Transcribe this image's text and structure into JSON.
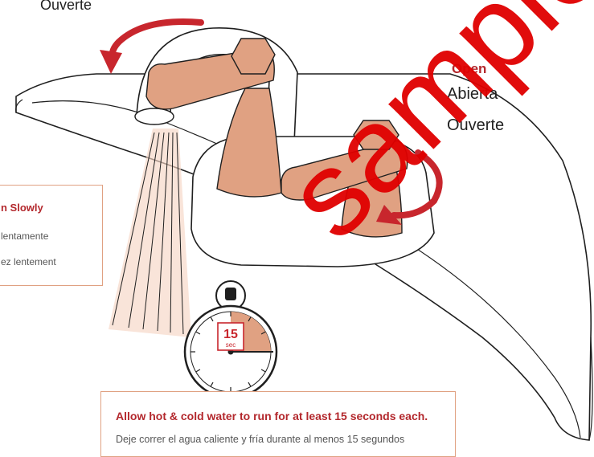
{
  "colors": {
    "accent_red": "#c8262d",
    "copper": "#e0a182",
    "copper_dark": "#c98566",
    "line": "#1f1f1f",
    "callout_border": "#e0a182",
    "heading_red": "#b3282d",
    "watermark_red": "#e00000"
  },
  "top_left_label": "Ouverte",
  "open_callout": {
    "title": "Open",
    "spanish": "Abierta",
    "french": "Ouverte"
  },
  "slow_callout": {
    "title": "n Slowly",
    "spanish": "lentamente",
    "french": "ez lentement"
  },
  "timer": {
    "value": "15",
    "unit": "sec",
    "elapsed_fraction": 0.25
  },
  "bottom_callout": {
    "instruction": "Allow hot & cold water to run for at least 15 seconds each.",
    "spanish": "Deje correr el agua caliente y fría durante al menos 15 segundos"
  },
  "watermark": "sample",
  "icons": [
    "counterclockwise-arrow-icon",
    "clockwise-arrow-icon",
    "stopwatch-icon"
  ]
}
